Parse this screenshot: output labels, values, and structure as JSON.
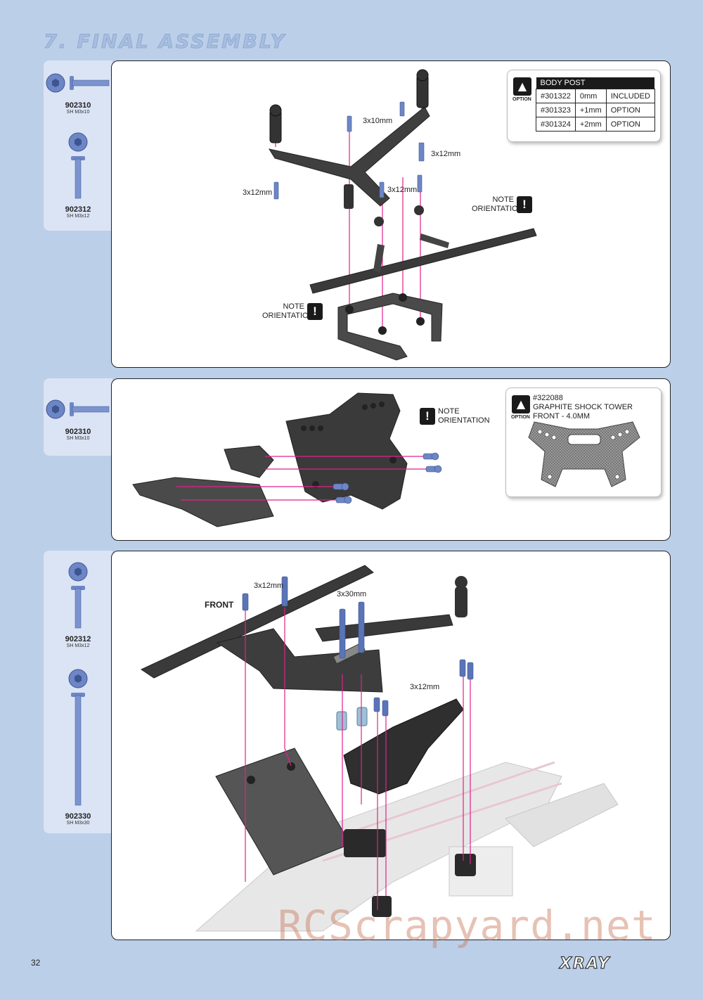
{
  "page_title": "7. FINAL ASSEMBLY",
  "page_number": "32",
  "brand": "XRAY",
  "watermark": "RCScrapyard.net",
  "step1": {
    "parts": [
      {
        "code": "902310",
        "desc": "SH M3x10"
      },
      {
        "code": "902312",
        "desc": "SH M3x12"
      }
    ],
    "labels": {
      "a": "3x10mm",
      "b": "3x12mm",
      "c": "3x12mm",
      "d": "3x12mm"
    },
    "note": {
      "line1": "NOTE",
      "line2": "ORIENTATION"
    },
    "option": {
      "label": "OPTION",
      "header": "BODY POST",
      "rows": [
        [
          "#301322",
          "0mm",
          "INCLUDED"
        ],
        [
          "#301323",
          "+1mm",
          "OPTION"
        ],
        [
          "#301324",
          "+2mm",
          "OPTION"
        ]
      ]
    }
  },
  "step2": {
    "parts": [
      {
        "code": "902310",
        "desc": "SH M3x10"
      }
    ],
    "note": {
      "line1": "NOTE",
      "line2": "ORIENTATION"
    },
    "option": {
      "label": "OPTION",
      "code": "#322088",
      "title": "GRAPHITE SHOCK TOWER FRONT - 4.0MM"
    }
  },
  "step3": {
    "parts": [
      {
        "code": "902312",
        "desc": "SH M3x12"
      },
      {
        "code": "902330",
        "desc": "SH M3x30"
      }
    ],
    "labels": {
      "a": "3x12mm",
      "b": "3x30mm",
      "c": "3x12mm",
      "front": "FRONT"
    }
  },
  "colors": {
    "background": "#bccfe9",
    "guide": "#e0218a",
    "screw": "#5a74b8"
  }
}
